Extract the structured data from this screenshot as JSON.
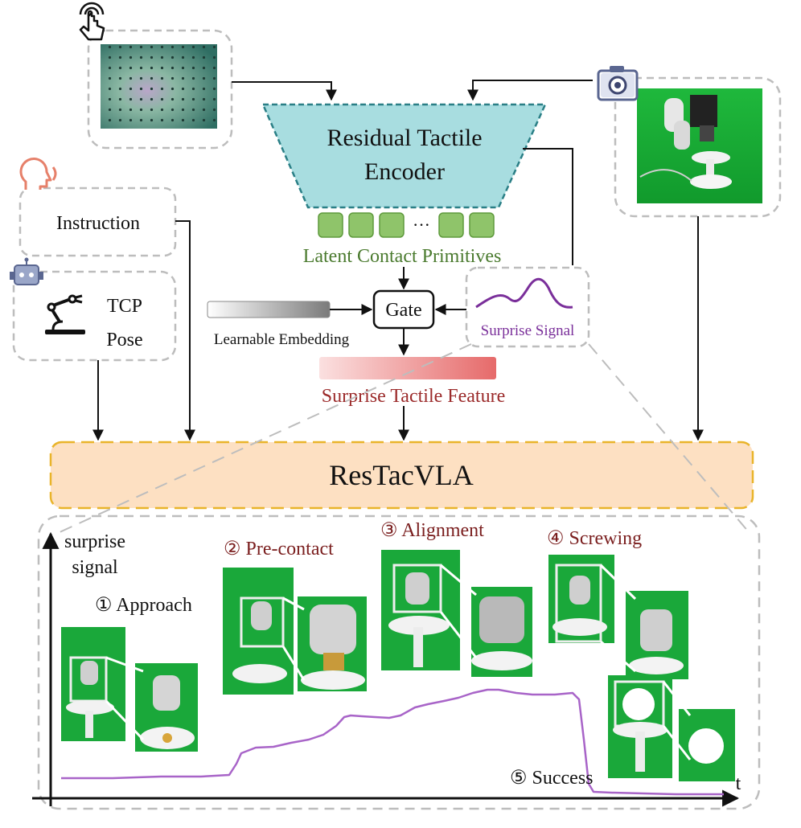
{
  "encoder": {
    "title_line1": "Residual Tactile",
    "title_line2": "Encoder"
  },
  "latent": {
    "label": "Latent Contact Primitives",
    "ellipsis": "···"
  },
  "gate": {
    "label": "Gate"
  },
  "embedding": {
    "label": "Learnable Embedding"
  },
  "surprise_signal": {
    "label": "Surprise Signal"
  },
  "surprise_feature": {
    "label": "Surprise Tactile Feature"
  },
  "inputs": {
    "instruction": "Instruction",
    "tcp_line1": "TCP",
    "tcp_line2": "Pose"
  },
  "model": {
    "name": "ResTacVLA"
  },
  "plot": {
    "y_label_line1": "surprise",
    "y_label_line2": "signal",
    "x_label": "t",
    "stages": [
      {
        "label": "① Approach"
      },
      {
        "label": "② Pre-contact"
      },
      {
        "label": "③ Alignment"
      },
      {
        "label": "④ Screwing"
      },
      {
        "label": "⑤ Success"
      }
    ]
  },
  "colors": {
    "encoder_fill": "#a8dde0",
    "encoder_border": "#2a7f86",
    "latent_green": "#8fc46a",
    "latent_label": "#4a7a2e",
    "surprise_purple": "#7a2f9a",
    "feature_red": "#e87a7a",
    "feature_label": "#9b2a2a",
    "vla_fill": "#fde0c2",
    "vla_border": "#e9b42a",
    "stage_label": "#7a1e1e",
    "icon_orange": "#e6806a",
    "icon_blue": "#6f7fb0"
  },
  "icons": [
    "touch-hand-icon",
    "camera-icon",
    "speaking-head-icon",
    "robot-icon",
    "robot-arm-icon"
  ]
}
